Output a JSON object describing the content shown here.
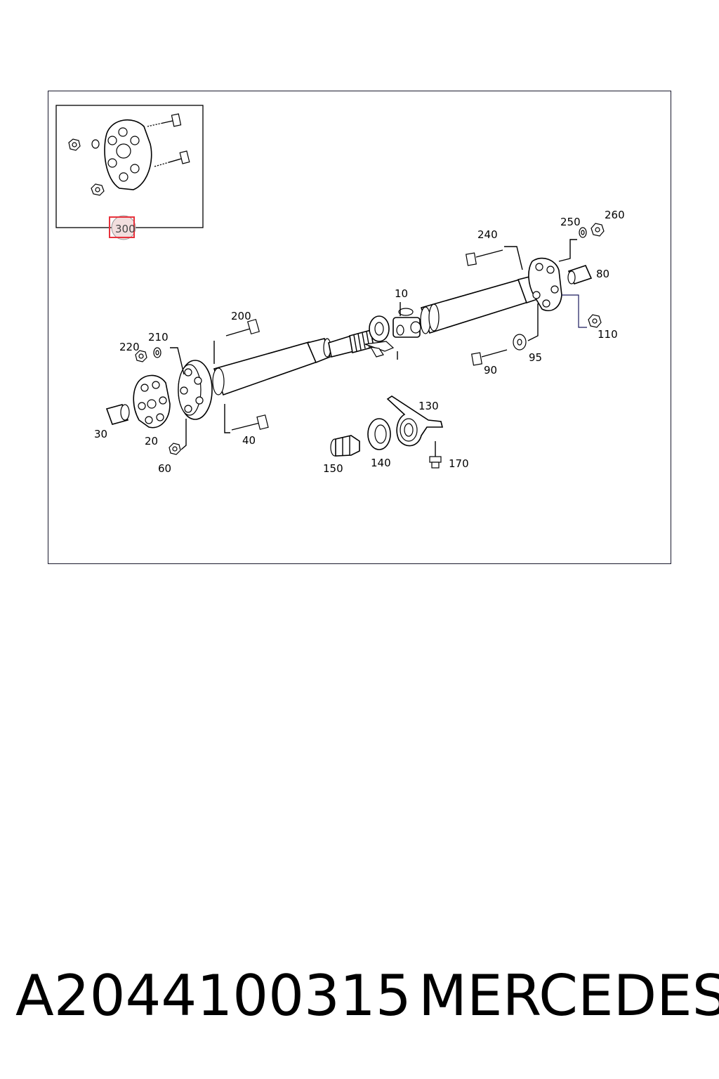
{
  "diagram": {
    "callouts": {
      "c10": "10",
      "c20": "20",
      "c30": "30",
      "c40": "40",
      "c60": "60",
      "c80": "80",
      "c90": "90",
      "c95": "95",
      "c110": "110",
      "c130": "130",
      "c140": "140",
      "c150": "150",
      "c170": "170",
      "c200": "200",
      "c210": "210",
      "c220": "220",
      "c240": "240",
      "c250": "250",
      "c260": "260",
      "c300": "300"
    },
    "highlight_color": "#e8323c"
  },
  "footer": {
    "part_number": "A2044100315",
    "manufacturer": "MERCEDES"
  }
}
